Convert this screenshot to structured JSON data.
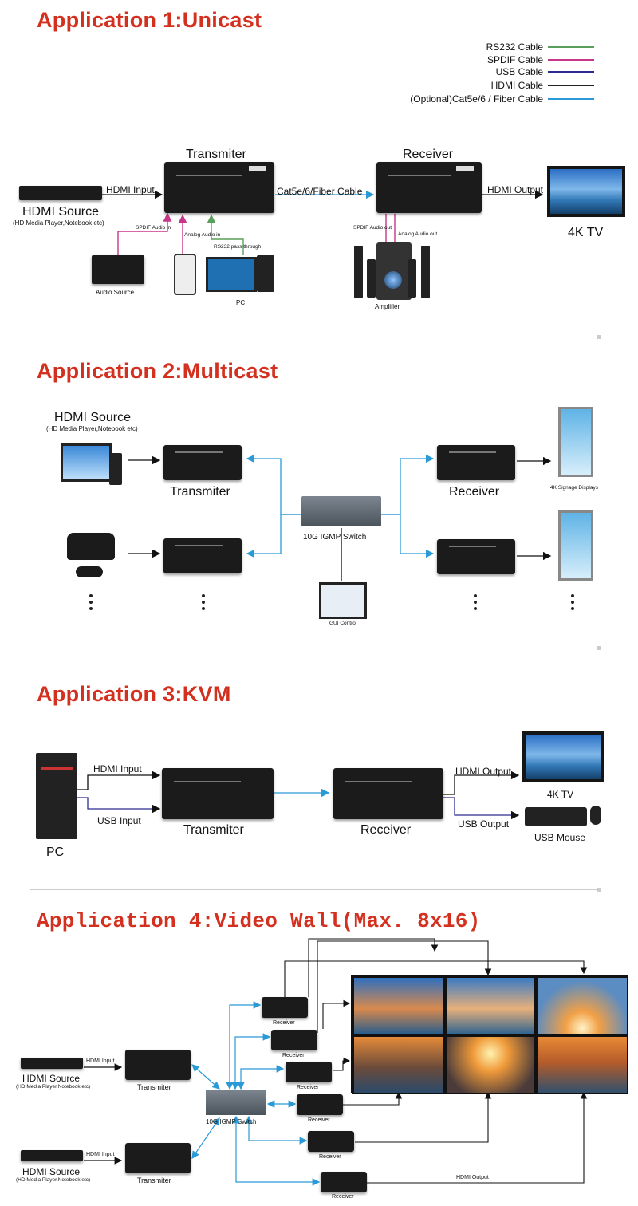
{
  "app1": {
    "title": "Application 1:Unicast",
    "legend": [
      {
        "label": "RS232 Cable",
        "color": "#5aa05a"
      },
      {
        "label": "SPDIF Cable",
        "color": "#c8368a"
      },
      {
        "label": "USB Cable",
        "color": "#2d2b8f"
      },
      {
        "label": "HDMI Cable",
        "color": "#222222"
      },
      {
        "label": "(Optional)Cat5e/6 / Fiber Cable",
        "color": "#2a9ad6"
      }
    ],
    "transmitter": "Transmiter",
    "receiver": "Receiver",
    "hdmi_input": "HDMI Input",
    "cable": "Cat5e/6/Fiber Cable",
    "hdmi_output": "HDMI Output",
    "hdmi_source": "HDMI Source",
    "hdmi_source_sub": "(HD Media Player,Notebook etc)",
    "tv": "4K TV",
    "spdif_in": "SPDIF Audio in",
    "analog_in": "Analog Audio in",
    "rs232": "RS232 pass through",
    "audio_source": "Audio Source",
    "pc": "PC",
    "spdif_out": "SPDIF Audio out",
    "analog_out": "Analog Audio out",
    "amplifier": "Amplifier"
  },
  "app2": {
    "title": "Application 2:Multicast",
    "hdmi_source": "HDMI Source",
    "hdmi_source_sub": "(HD Media Player,Notebook etc)",
    "transmitter": "Transmiter",
    "receiver": "Receiver",
    "switch": "10G IGMP Switch",
    "gui": "GUI Control",
    "signage": "4K Signage Displays"
  },
  "app3": {
    "title": "Application 3:KVM",
    "hdmi_input": "HDMI Input",
    "usb_input": "USB Input",
    "transmitter": "Transmiter",
    "receiver": "Receiver",
    "hdmi_output": "HDMI Output",
    "usb_output": "USB Output",
    "tv": "4K TV",
    "mouse": "USB Mouse",
    "pc": "PC"
  },
  "app4": {
    "title": "Application 4:Video Wall(Max. 8x16)",
    "hdmi_input": "HDMI Input",
    "hdmi_source": "HDMI Source",
    "hdmi_source_sub": "(HD Media Player,Notebook etc)",
    "transmitter": "Transmiter",
    "receiver": "Receiver",
    "switch": "10G IGMP Switch",
    "hdmi_output": "HDMI Output"
  }
}
